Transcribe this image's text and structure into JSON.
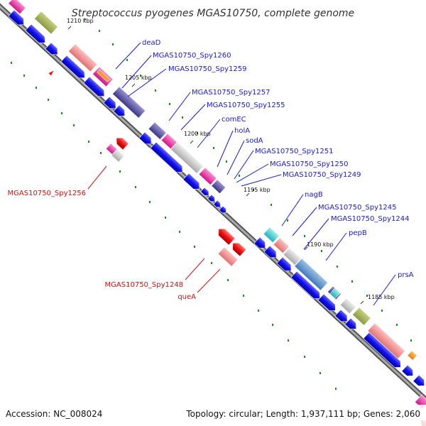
{
  "title": "Streptococcus pyogenes MGAS10750, complete genome",
  "footer": {
    "accession": "Accession: NC_008024",
    "summary": "Topology: circular; Length: 1,937,111 bp; Genes: 2,060"
  },
  "kbp_labels": [
    "1210 kbp",
    "1205 kbp",
    "1200 kbp",
    "1195 kbp",
    "1190 kbp",
    "1185 kbp"
  ],
  "gene_labels": {
    "forward": [
      "deaD",
      "MGAS10750_Spy1260",
      "MGAS10750_Spy1259",
      "MGAS10750_Spy1257",
      "MGAS10750_Spy1255",
      "comEC",
      "holA",
      "sodA",
      "MGAS10750_Spy1251",
      "MGAS10750_Spy1250",
      "MGAS10750_Spy1249",
      "nagB",
      "MGAS10750_Spy1245",
      "MGAS10750_Spy1244",
      "pepB",
      "prsA"
    ],
    "reverse": [
      "MGAS10750_Spy1256",
      "MGAS10750_Spy1248",
      "queA"
    ]
  },
  "colors": {
    "forward_cds": "#1010ee",
    "reverse_cds": "#ee1010",
    "forward_label": "#1a1acc",
    "reverse_label": "#cc1111",
    "backbone": "#888888",
    "tick": "#228822"
  }
}
